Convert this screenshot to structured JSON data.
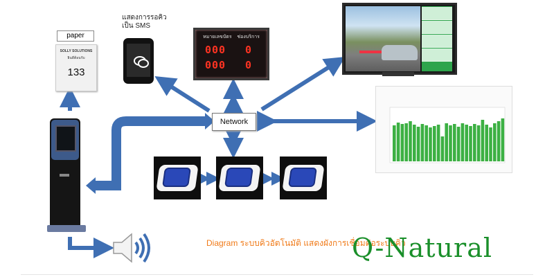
{
  "paper": {
    "label": "paper",
    "ticket_brand": "SOLLY SOLUTIONS",
    "ticket_line1": "ยินดีต้อนรับ",
    "ticket_number": "133"
  },
  "sms": {
    "label_line1": "แสดงการรอคิว",
    "label_line2": "เป็น SMS"
  },
  "display_board": {
    "header_left": "หมายเลขบัตร",
    "header_right": "ช่องบริการ",
    "row1_number": "000",
    "row1_counter": "0",
    "row2_number": "000",
    "row2_counter": "0"
  },
  "network": {
    "label": "Network"
  },
  "caption": {
    "text": "Diagram ระบบคิวอัตโนมัติ   แสดงผังการเชื่อมต่อระบบคิว"
  },
  "brand": {
    "name": "Q-Natural"
  },
  "colors": {
    "arrow": "#3f6fb3",
    "brand_green": "#1a8f2a",
    "caption_orange": "#f07a18"
  },
  "icons": {
    "phone": "chat-bubble-phone-icon",
    "speaker": "speaker-icon"
  }
}
